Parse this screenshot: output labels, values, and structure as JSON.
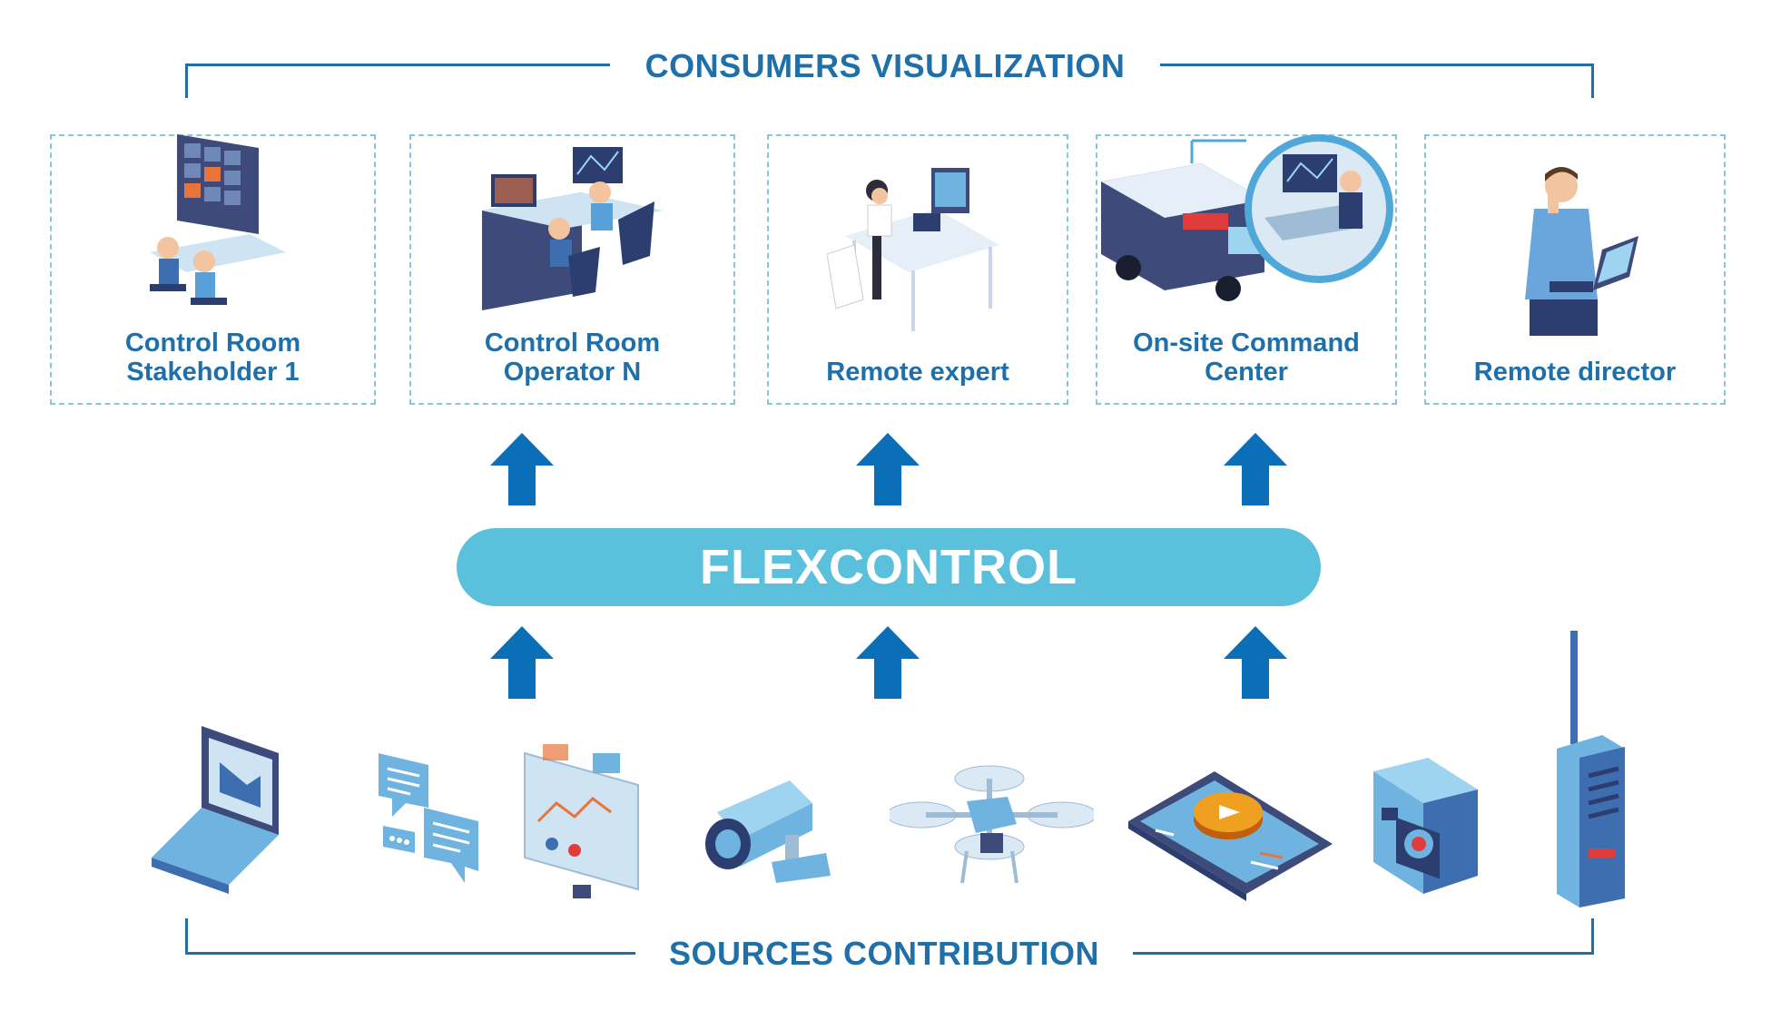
{
  "diagram": {
    "top_title": "CONSUMERS VISUALIZATION",
    "bottom_title": "SOURCES CONTRIBUTION",
    "center_label": "FLEXCONTROL",
    "consumers": [
      {
        "label": "Control Room\nStakeholder 1",
        "icon": "video-wall-control-room-icon"
      },
      {
        "label": "Control Room\nOperator N",
        "icon": "operator-console-icon"
      },
      {
        "label": "Remote expert",
        "icon": "remote-expert-desk-icon"
      },
      {
        "label": "On-site Command\nCenter",
        "icon": "command-van-icon"
      },
      {
        "label": "Remote director",
        "icon": "director-with-tablet-icon"
      }
    ],
    "sources": [
      {
        "icon": "laptop-icon"
      },
      {
        "icon": "chat-bubbles-icon"
      },
      {
        "icon": "dashboard-monitor-icon"
      },
      {
        "icon": "cctv-camera-icon"
      },
      {
        "icon": "drone-icon"
      },
      {
        "icon": "smartphone-play-icon"
      },
      {
        "icon": "action-camera-icon"
      },
      {
        "icon": "walkie-talkie-icon"
      }
    ],
    "colors": {
      "primary": "#1f6fa9",
      "arrow": "#0b6fb8",
      "pill": "#5bc0dc",
      "dashed": "#86c6de"
    }
  }
}
